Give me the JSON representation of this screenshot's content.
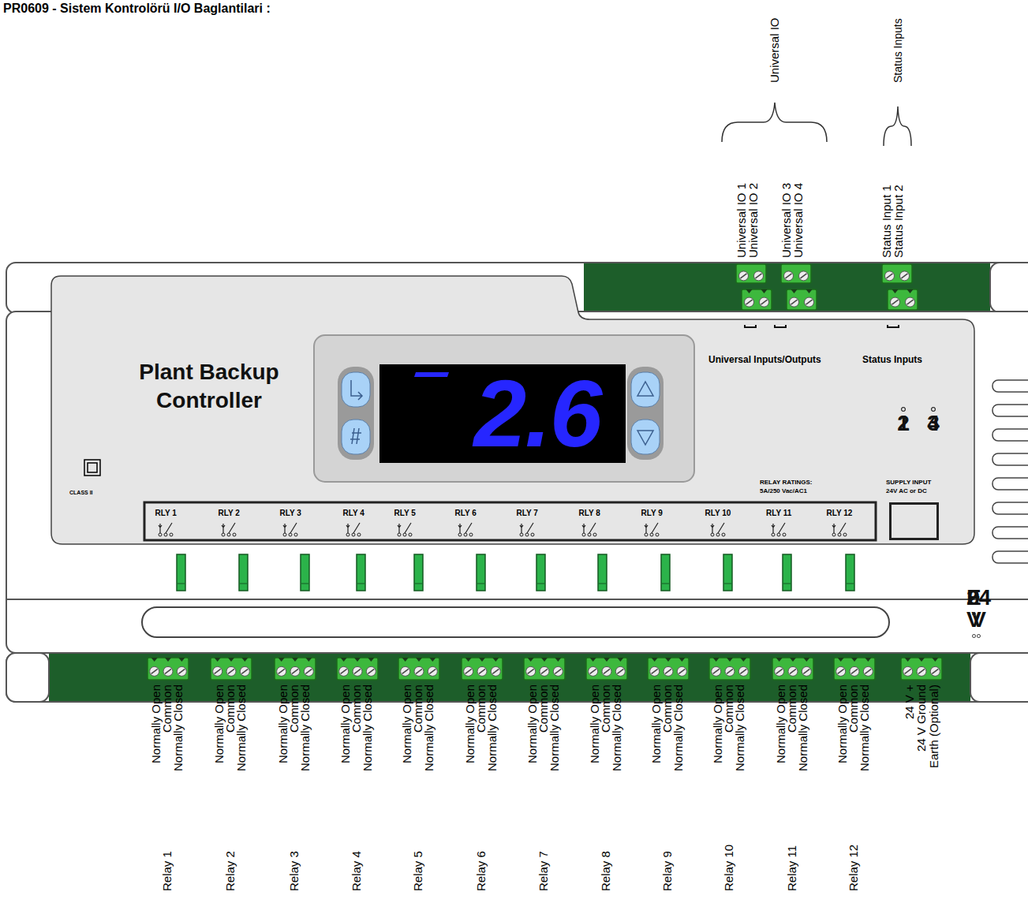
{
  "diagram": {
    "title": "PR0609 - Sistem Kontrolörü I/O Baglantilari :",
    "nodes": [
      {
        "text": [
          "Plant Backup Controller"
        ]
      },
      {
        "text": [
          "2.6"
        ],
        "in": 0
      },
      {
        "text": [
          "1",
          "2"
        ],
        "in": 0
      },
      {
        "text": [
          "3",
          "4"
        ],
        "in": 0
      },
      {
        "text": [
          "1",
          "2"
        ],
        "in": 0
      },
      {
        "text": [
          "24 V",
          "0 V",
          "E"
        ],
        "in": 0
      }
    ],
    "labels": [
      "Universal IO",
      "Status Inputs",
      "Universal IO 1",
      "Universal IO 2",
      "Universal IO 3",
      "Universal IO 4",
      "Status Input 1",
      "Status Input 2",
      "Universal Inputs/Outputs",
      "Status Inputs",
      "CLASS II",
      "RELAY RATINGS:",
      "5A/250 Vac/AC1",
      "SUPPLY INPUT",
      "24V AC or DC",
      "RLY 1",
      "RLY 2",
      "RLY 3",
      "RLY 4",
      "RLY 5",
      "RLY 6",
      "RLY 7",
      "RLY 8",
      "RLY 9",
      "RLY 10",
      "RLY 11",
      "RLY 12",
      "Normally Open",
      "Common",
      "Normally Closed",
      "Normally Open",
      "Common",
      "Normally Closed",
      "Normally Open",
      "Common",
      "Normally Closed",
      "Normally Open",
      "Common",
      "Normally Closed",
      "Normally Open",
      "Common",
      "Normally Closed",
      "Normally Open",
      "Common",
      "Normally Closed",
      "Normally Open",
      "Common",
      "Normally Closed",
      "Normally Open",
      "Common",
      "Normally Closed",
      "Normally Open",
      "Common",
      "Normally Closed",
      "Normally Open",
      "Common",
      "Normally Closed",
      "Normally Open",
      "Common",
      "Normally Closed",
      "Normally Open",
      "Common",
      "Normally Closed",
      "24 V +",
      "24 V Ground",
      "Earth (Optional)",
      "Relay 1",
      "Relay 2",
      "Relay 3",
      "Relay 4",
      "Relay 5",
      "Relay 6",
      "Relay 7",
      "Relay 8",
      "Relay 9",
      "Relay 10",
      "Relay 11",
      "Relay 12"
    ]
  }
}
